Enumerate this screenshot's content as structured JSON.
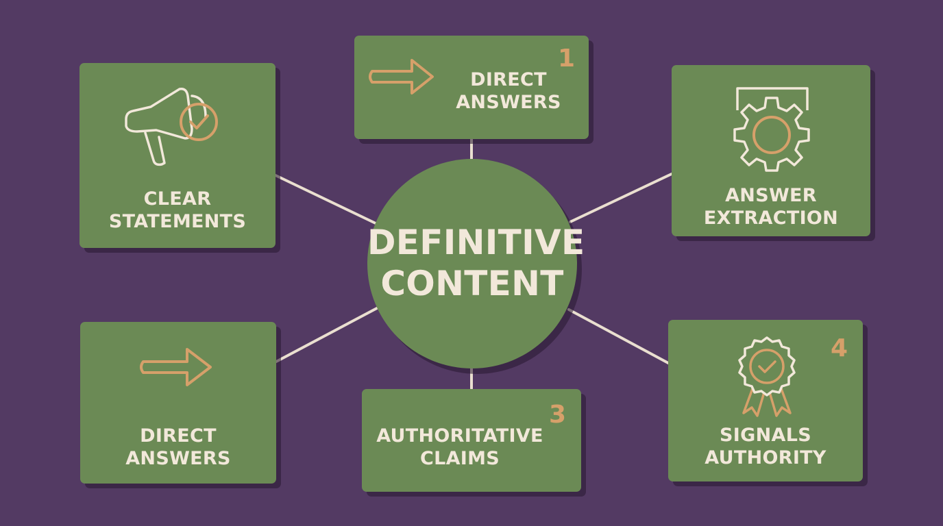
{
  "colors": {
    "background": "#533a63",
    "card": "#6b8a55",
    "text": "#f2e8da",
    "accent": "#d6a06a",
    "icon_light": "#f2e8da",
    "connector": "#eadfd0"
  },
  "hub": {
    "lines": [
      "DEFINITIVE",
      "CONTENT"
    ]
  },
  "cards": {
    "top": {
      "number": "1",
      "lines": [
        "DIRECT",
        "ANSWERS"
      ],
      "icon": "arrow-right-icon"
    },
    "top_left": {
      "number": "",
      "lines": [
        "CLEAR",
        "STATEMENTS"
      ],
      "icon": "megaphone-check-icon"
    },
    "top_right": {
      "number": "",
      "lines": [
        "ANSWER",
        "EXTRACTION"
      ],
      "icon": "gear-icon"
    },
    "bottom_left": {
      "number": "",
      "lines": [
        "DIRECT",
        "ANSWERS"
      ],
      "icon": "arrow-right-icon"
    },
    "bottom": {
      "number": "3",
      "lines": [
        "AUTHORITATIVE",
        "CLAIMS"
      ],
      "icon": ""
    },
    "bottom_right": {
      "number": "4",
      "lines": [
        "SIGNALS",
        "AUTHORITY"
      ],
      "icon": "award-badge-icon"
    }
  }
}
